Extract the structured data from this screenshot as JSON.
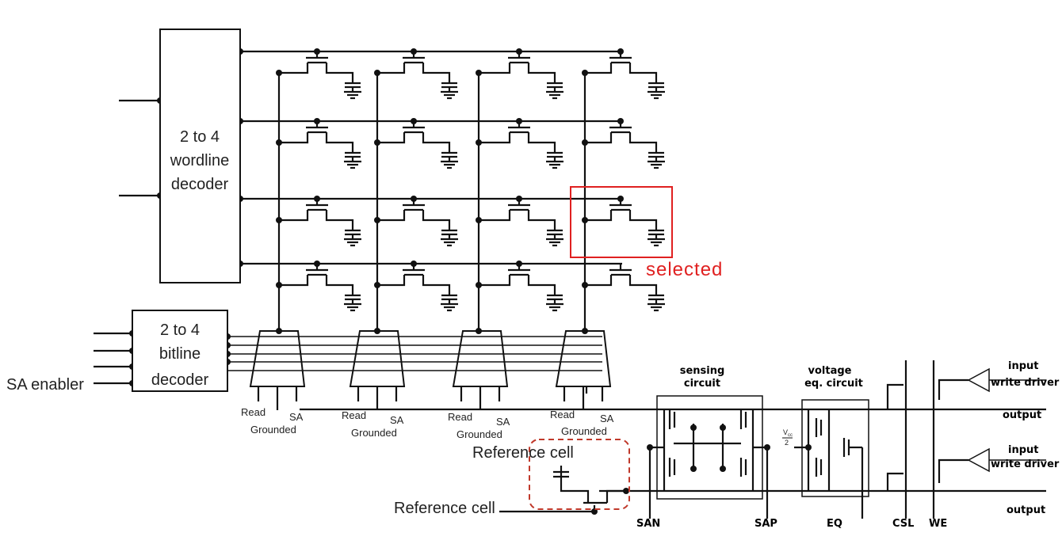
{
  "wordline_decoder": {
    "lines": [
      "2 to 4",
      "wordline",
      "decoder"
    ]
  },
  "bitline_decoder": {
    "lines": [
      "2 to 4",
      "bitline",
      "decoder"
    ]
  },
  "sa_enabler_label": "SA enabler",
  "column_labels": {
    "read": "Read",
    "sa": "SA",
    "grounded": "Grounded"
  },
  "selected_label": "selected",
  "reference_cell_label": "Reference cell",
  "sensing_circuit": [
    "sensing",
    "circuit"
  ],
  "voltage_eq": [
    "voltage",
    "eq. circuit"
  ],
  "vcc_half": {
    "num": "V",
    "sub": "cc",
    "den": "2"
  },
  "io": {
    "input": "input",
    "write_driver": "write driver",
    "output": "output"
  },
  "bottom_labels": {
    "san": "SAN",
    "sap": "SAP",
    "eq": "EQ",
    "csl": "CSL",
    "we": "WE"
  },
  "colors": {
    "wire": "#111111",
    "highlight": "#e02020",
    "reference_box": "#c0392b"
  }
}
